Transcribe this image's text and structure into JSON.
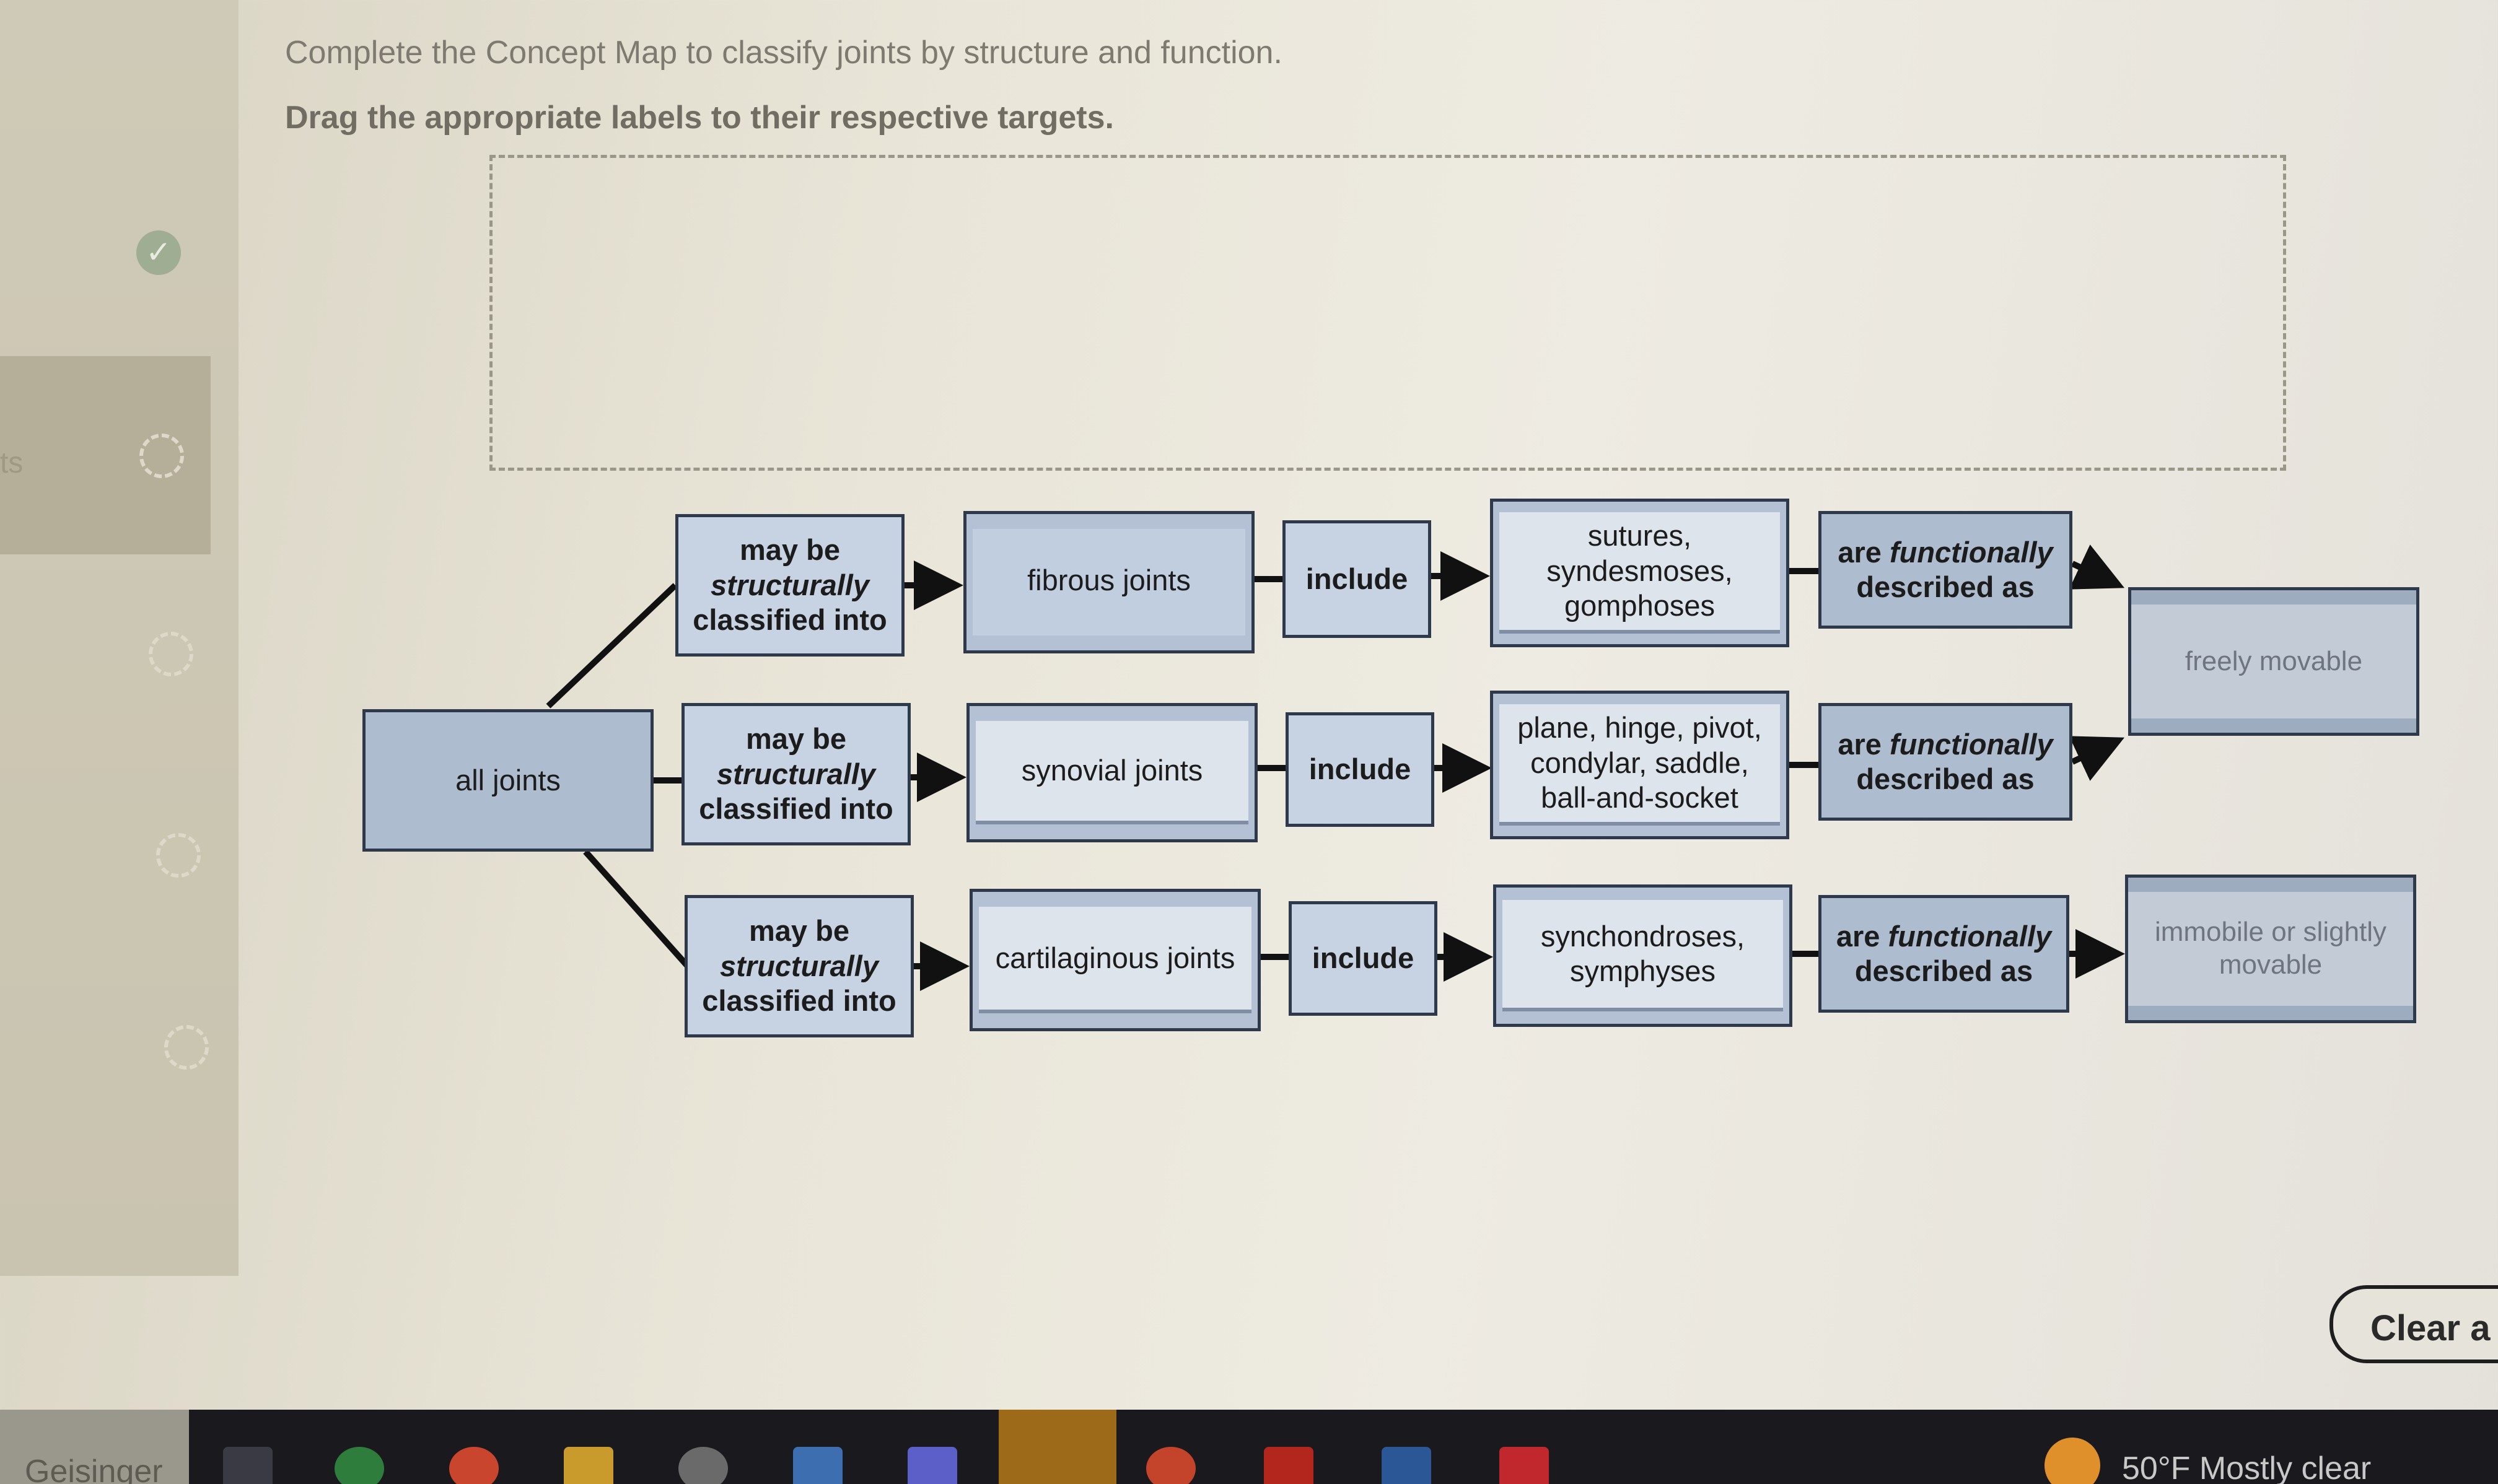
{
  "instructions": {
    "line1": "Complete the Concept Map to classify joints by structure and function.",
    "line2": "Drag the appropriate labels to their respective targets."
  },
  "sidebar": {
    "cut_label": "ts"
  },
  "concept_map": {
    "root": "all joints",
    "rows": [
      {
        "link1": [
          "may be",
          "structurally",
          "classified into"
        ],
        "joint": "fibrous joints",
        "include": "include",
        "examples": "sutures, syndesmoses, gomphoses",
        "link2": [
          "are",
          "functionally",
          "described as"
        ]
      },
      {
        "link1": [
          "may be",
          "structurally",
          "classified into"
        ],
        "joint": "synovial joints",
        "include": "include",
        "examples": "plane, hinge, pivot, condylar, saddle, ball-and-socket",
        "link2": [
          "are",
          "functionally",
          "described as"
        ]
      },
      {
        "link1": [
          "may be",
          "structurally",
          "classified into"
        ],
        "joint": "cartilaginous joints",
        "include": "include",
        "examples": "synchondroses, symphyses",
        "link2": [
          "are",
          "functionally",
          "described as"
        ]
      }
    ],
    "targets": {
      "top": "freely movable",
      "bottom": "immobile or slightly movable"
    }
  },
  "clear_button": "Clear a",
  "taskbar": {
    "left_label": "Geisinger",
    "weather": "50°F  Mostly clear"
  }
}
